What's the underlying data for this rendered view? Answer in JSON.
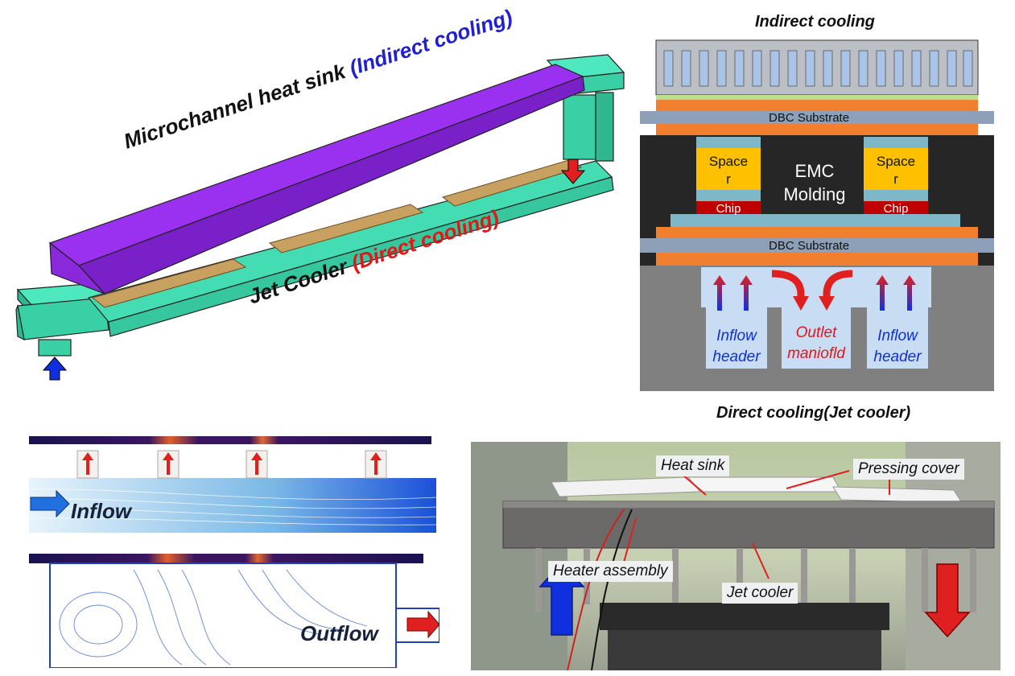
{
  "top_left": {
    "heat_sink_label": "Microchannel heat sink",
    "heat_sink_paren": "(Indirect cooling)",
    "jet_label": "Jet Cooler",
    "jet_paren": "(Direct cooling)"
  },
  "top_right": {
    "title": "Indirect cooling",
    "dbc_top": "DBC Substrate",
    "dbc_bottom": "DBC Substrate",
    "spacer_left_1": "Space",
    "spacer_left_2": "r",
    "spacer_right_1": "Space",
    "spacer_right_2": "r",
    "emc_1": "EMC",
    "emc_2": "Molding",
    "chip_left": "Chip",
    "chip_right": "Chip",
    "inflow_left_1": "Inflow",
    "inflow_left_2": "header",
    "outlet_1": "Outlet",
    "outlet_2": "maniofld",
    "inflow_right_1": "Inflow",
    "inflow_right_2": "header",
    "bottom_caption": "Direct cooling(Jet cooler)"
  },
  "bottom_left": {
    "inflow": "Inflow",
    "outflow": "Outflow"
  },
  "bottom_right": {
    "heat_sink": "Heat sink",
    "pressing_cover": "Pressing cover",
    "heater_assembly": "Heater assembly",
    "jet_cooler": "Jet cooler"
  },
  "colors": {
    "teal": "#40e0b4",
    "purple": "#9a30f0",
    "copper": "#c8a060",
    "orange": "#f08030",
    "dbc_gray": "#8da0b8",
    "spacer": "#ffc000",
    "chip": "#c00000",
    "blue_arrow": "#1030e0",
    "red_arrow": "#e02020"
  }
}
